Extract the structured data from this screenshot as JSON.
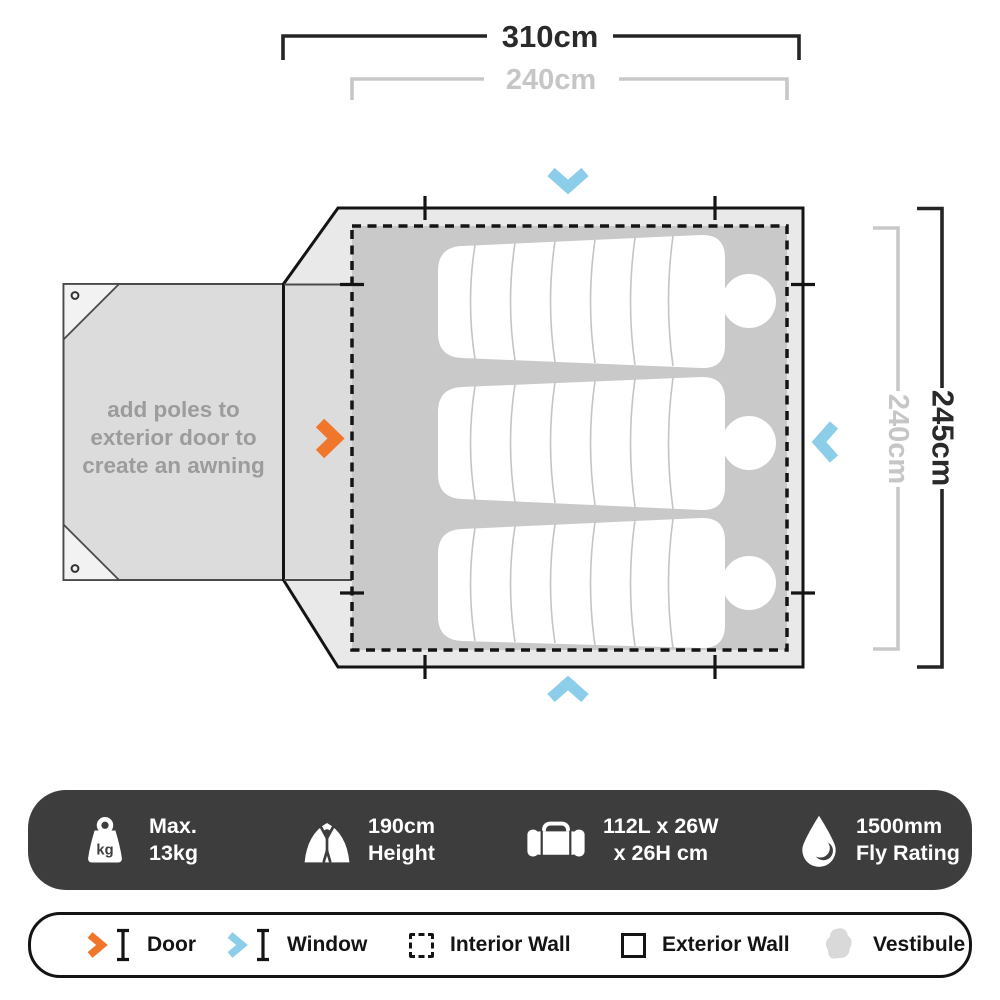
{
  "colors": {
    "orange": "#F0762B",
    "blue": "#8CCEE9",
    "bar_dark": "#3D3D3D",
    "line_black": "#141414",
    "dim_gray": "#C6C6C6",
    "floor_outer": "#E9E9E9",
    "floor_inner": "#C9C9C9",
    "vestibule_gray": "#DCDCDC"
  },
  "dimensions": {
    "top_outer": "310cm",
    "top_inner": "240cm",
    "right_outer": "245cm",
    "right_inner": "240cm"
  },
  "floorplan": {
    "vestibule_note": [
      "add poles to",
      "exterior door to",
      "create an awning"
    ]
  },
  "specs": [
    {
      "icon": "weight-icon",
      "icon_text": "kg",
      "lines": [
        "Max.",
        "13kg"
      ]
    },
    {
      "icon": "tent-height-icon",
      "lines": [
        "190cm",
        "Height"
      ]
    },
    {
      "icon": "duffel-bag-icon",
      "lines": [
        "112L x 26W",
        "x 26H cm"
      ]
    },
    {
      "icon": "water-drop-icon",
      "lines": [
        "1500mm",
        "Fly Rating"
      ]
    }
  ],
  "legend": [
    {
      "icon": "door-arrow-icon",
      "label": "Door"
    },
    {
      "icon": "window-arrow-icon",
      "label": "Window"
    },
    {
      "icon": "interior-wall-swatch",
      "label": "Interior Wall"
    },
    {
      "icon": "exterior-wall-swatch",
      "label": "Exterior Wall"
    },
    {
      "icon": "vestibule-swatch",
      "label": "Vestibule"
    }
  ]
}
